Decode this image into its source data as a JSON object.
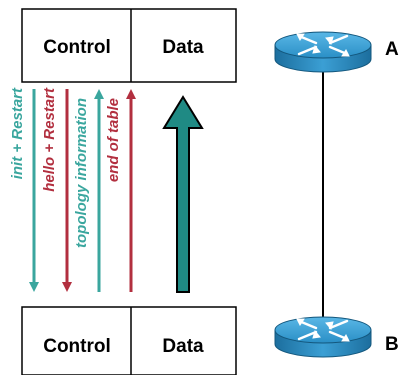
{
  "top_box": {
    "control_label": "Control",
    "data_label": "Data"
  },
  "bottom_box": {
    "control_label": "Control",
    "data_label": "Data"
  },
  "routers": {
    "a_label": "A",
    "b_label": "B"
  },
  "messages": [
    {
      "label": "init + Restart",
      "direction": "down",
      "color": "#3aa69e"
    },
    {
      "label": "hello + Restart",
      "direction": "down",
      "color": "#b22f3f"
    },
    {
      "label": "topology information",
      "direction": "up",
      "color": "#3aa69e"
    },
    {
      "label": "end of table",
      "direction": "up",
      "color": "#b22f3f"
    }
  ],
  "colors": {
    "teal": "#3aa69e",
    "red": "#b22f3f",
    "data_arrow_fill": "#1f8a84",
    "router_blue": "#2a8fc6",
    "router_dark": "#1c6e9e"
  },
  "icons": {
    "router_a": "router-icon",
    "router_b": "router-icon",
    "data_plane_arrow": "up-arrow-icon"
  }
}
